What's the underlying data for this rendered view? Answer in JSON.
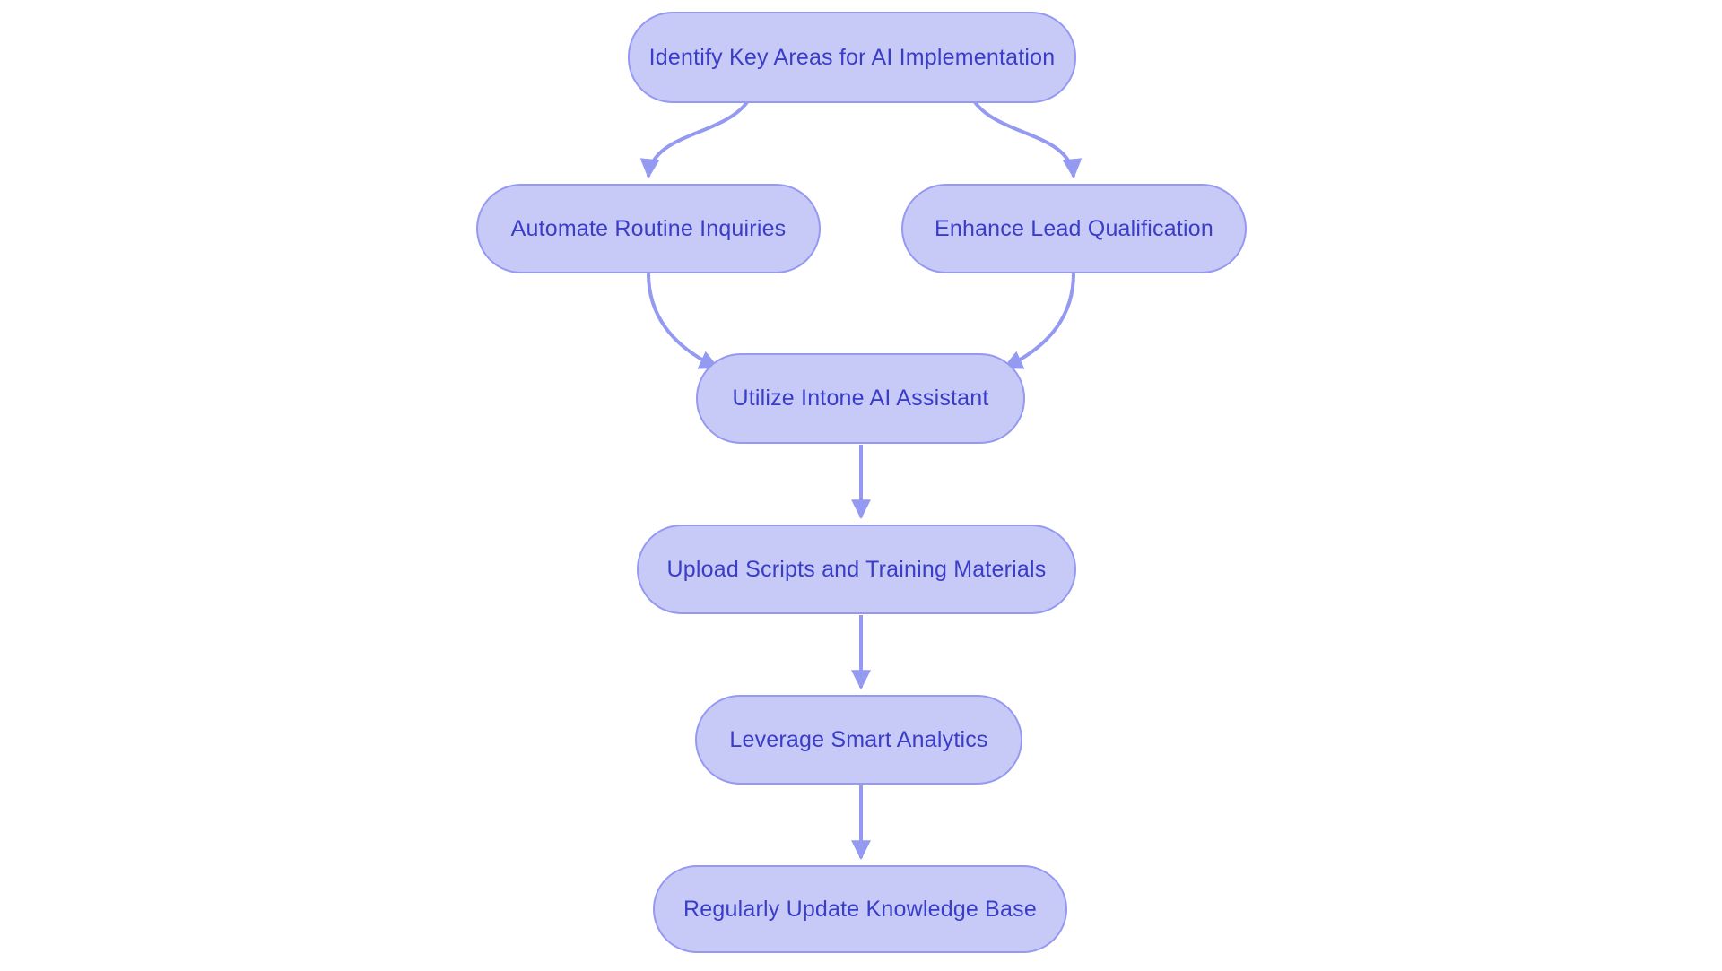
{
  "diagram": {
    "type": "flowchart",
    "nodes": [
      {
        "id": "identify",
        "label": "Identify Key Areas for AI Implementation"
      },
      {
        "id": "automate",
        "label": "Automate Routine Inquiries"
      },
      {
        "id": "enhance",
        "label": "Enhance Lead Qualification"
      },
      {
        "id": "utilize",
        "label": "Utilize Intone AI Assistant"
      },
      {
        "id": "upload",
        "label": "Upload Scripts and Training Materials"
      },
      {
        "id": "leverage",
        "label": "Leverage Smart Analytics"
      },
      {
        "id": "update",
        "label": "Regularly Update Knowledge Base"
      }
    ],
    "edges": [
      {
        "from": "identify",
        "to": "automate"
      },
      {
        "from": "identify",
        "to": "enhance"
      },
      {
        "from": "automate",
        "to": "utilize"
      },
      {
        "from": "enhance",
        "to": "utilize"
      },
      {
        "from": "utilize",
        "to": "upload"
      },
      {
        "from": "upload",
        "to": "leverage"
      },
      {
        "from": "leverage",
        "to": "update"
      }
    ]
  },
  "colors": {
    "node-fill": "#c7c9f7",
    "node-border": "#9599f1",
    "node-text": "#3a3dc7",
    "arrow": "#9499f2",
    "background": "#ffffff"
  }
}
